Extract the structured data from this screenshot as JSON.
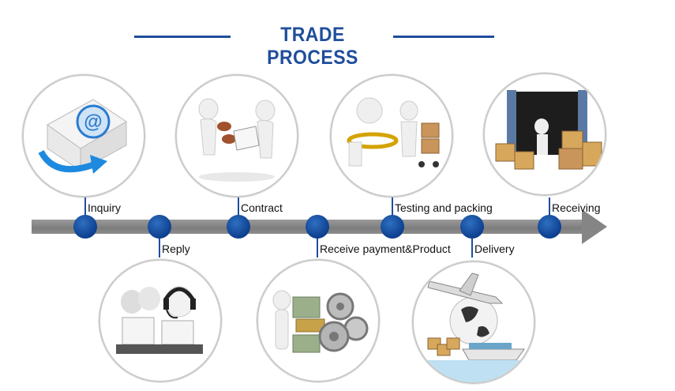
{
  "title": "TRADE PROCESS",
  "colors": {
    "accent": "#1f4e9c",
    "bar": "#8a8a8a"
  },
  "steps": [
    {
      "label": "Inquiry",
      "icon": "envelope-at-icon"
    },
    {
      "label": "Reply",
      "icon": "call-center-icon"
    },
    {
      "label": "Contract",
      "icon": "handshake-contract-icon"
    },
    {
      "label": "Receive payment&Product",
      "icon": "money-gears-icon"
    },
    {
      "label": "Testing and packing",
      "icon": "magnifier-boxes-icon"
    },
    {
      "label": "Delivery",
      "icon": "globe-plane-ship-icon"
    },
    {
      "label": "Receiving",
      "icon": "container-boxes-icon"
    }
  ]
}
